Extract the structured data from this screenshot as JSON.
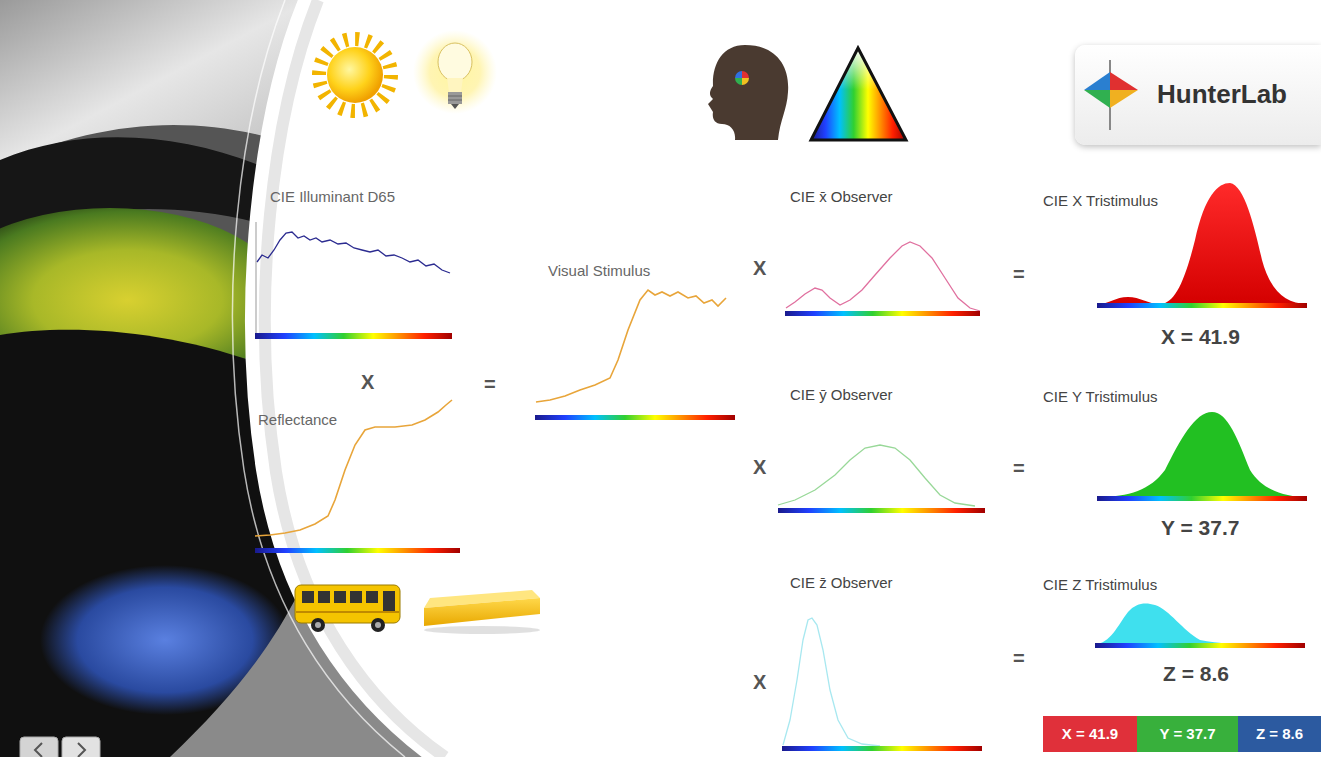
{
  "diagram": {
    "nodes": [
      {
        "text": [
          "HunterLab"
        ]
      },
      {
        "text": [
          "X = 41.9"
        ]
      },
      {
        "text": [
          "Y = 37.7"
        ]
      },
      {
        "text": [
          "Z = 8.6"
        ]
      }
    ],
    "labels": [
      "CIE Illuminant D65",
      "X",
      "Reflectance",
      "=",
      "Visual Stimulus",
      "X",
      "CIE x̄ Observer",
      "=",
      "CIE X Tristimulus",
      "X = 41.9",
      "X",
      "CIE ȳ Observer",
      "=",
      "CIE Y Tristimulus",
      "Y = 37.7",
      "X",
      "CIE z̄ Observer",
      "=",
      "CIE Z Tristimulus",
      "Z = 8.6"
    ]
  }
}
